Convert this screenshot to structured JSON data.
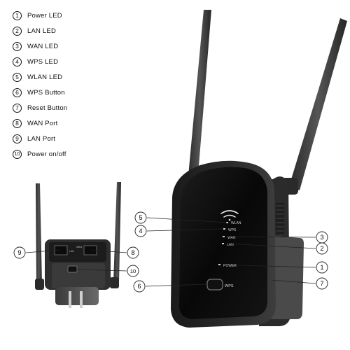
{
  "legend": [
    {
      "num": "1",
      "label": "Power LED"
    },
    {
      "num": "2",
      "label": "LAN  LED"
    },
    {
      "num": "3",
      "label": "WAN  LED"
    },
    {
      "num": "4",
      "label": "WPS  LED"
    },
    {
      "num": "5",
      "label": "WLAN  LED"
    },
    {
      "num": "6",
      "label": "WPS  Button"
    },
    {
      "num": "7",
      "label": "Reset  Button"
    },
    {
      "num": "8",
      "label": "WAN  Port"
    },
    {
      "num": "9",
      "label": "LAN  Port"
    },
    {
      "num": "10",
      "label": "Power on/off"
    }
  ],
  "device_labels": {
    "wlan": "WLAN",
    "wps": "WPS",
    "wan": "WAN",
    "lan": "LAN",
    "power": "POWER",
    "wps_button": "WPS",
    "back_wan": "WAN",
    "back_lan": "LAN"
  },
  "callouts": {
    "c1": "1",
    "c2": "2",
    "c3": "3",
    "c4": "4",
    "c5": "5",
    "c6": "6",
    "c7": "7",
    "c8": "8",
    "c9": "9",
    "c10": "10"
  },
  "colors": {
    "device_body": "#2a2a2a",
    "front_panel": "#0d0d0d",
    "antenna": "#3a3a3a"
  }
}
